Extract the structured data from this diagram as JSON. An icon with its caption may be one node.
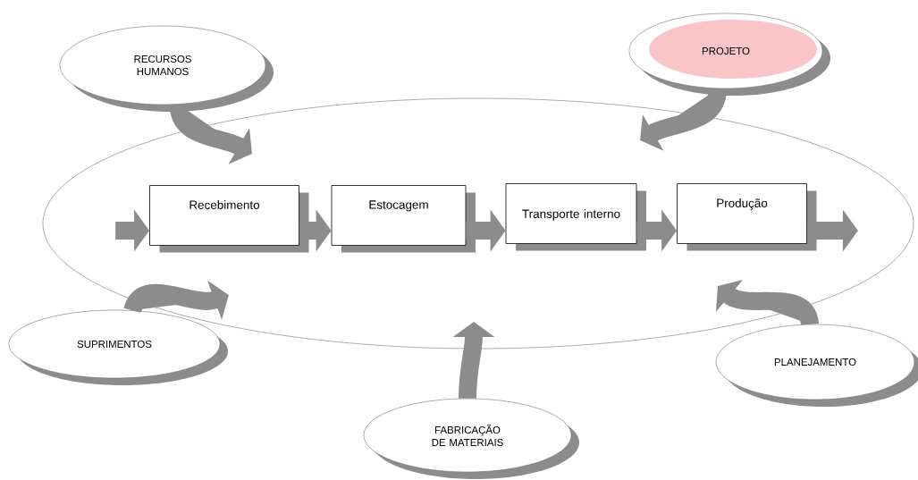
{
  "diagram": {
    "nodes": [
      {
        "text": [],
        "shape": "ellipse"
      },
      {
        "text": [
          "Recebimento"
        ],
        "in": 0
      },
      {
        "text": [
          "Estocagem"
        ],
        "in": 0
      },
      {
        "text": [
          "Transporte interno"
        ],
        "in": 0
      },
      {
        "text": [
          "Produção"
        ],
        "in": 0
      },
      {
        "text": [
          "RECURSOS HUMANOS"
        ]
      },
      {
        "text": [
          "PROJETO"
        ]
      },
      {
        "text": [
          "SUPRIMENTOS"
        ]
      },
      {
        "text": [
          "FABRICAÇÃO DE MATERIAIS"
        ]
      },
      {
        "text": [
          "PLANEJAMENTO"
        ]
      }
    ],
    "edges": [
      {
        "from": null,
        "to": 1,
        "arrow": "to"
      },
      {
        "from": 1,
        "to": 2,
        "arrow": "to"
      },
      {
        "from": 2,
        "to": 3,
        "arrow": "to"
      },
      {
        "from": 3,
        "to": 4,
        "arrow": "to"
      },
      {
        "from": 4,
        "to": null,
        "arrow": "to"
      },
      {
        "from": 5,
        "to": 0,
        "arrow": "to"
      },
      {
        "from": 6,
        "to": 0,
        "arrow": "to"
      },
      {
        "from": 7,
        "to": 0,
        "arrow": "to"
      },
      {
        "from": 8,
        "to": 0,
        "arrow": "to"
      },
      {
        "from": 9,
        "to": 0,
        "arrow": "to"
      }
    ]
  }
}
